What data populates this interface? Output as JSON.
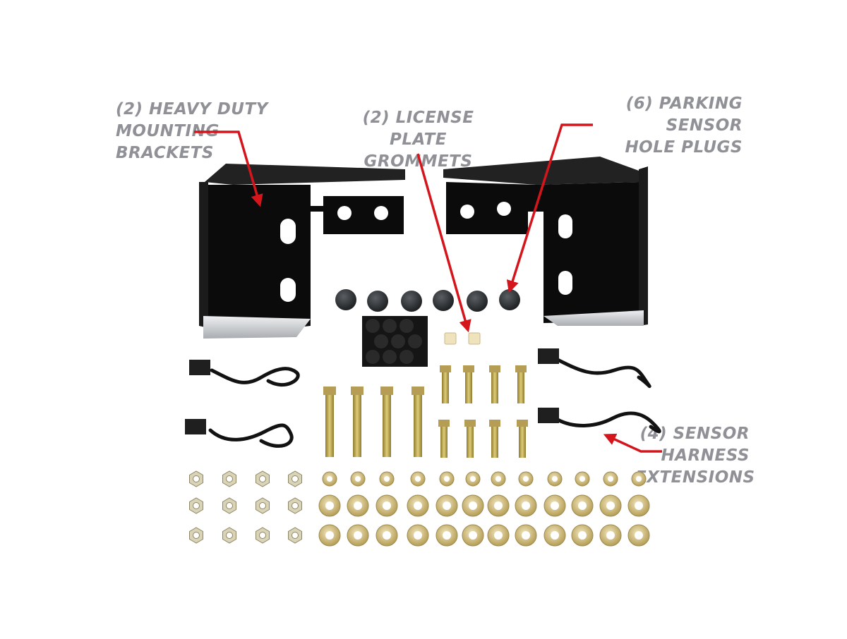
{
  "labels": {
    "brackets": [
      "(2) HEAVY DUTY",
      "MOUNTING",
      "BRACKETS"
    ],
    "grommets": [
      "(2) LICENSE PLATE",
      "GROMMETS"
    ],
    "plugs": [
      "(6) PARKING SENSOR",
      "HOLE PLUGS"
    ],
    "harness": [
      "(4) SENSOR",
      "HARNESS",
      "EXTENSIONS"
    ]
  },
  "colors": {
    "label": "#8f9196",
    "arrow": "#d4161c",
    "bracket": "#0b0b0b",
    "steel": "#c9cbce",
    "zinc": "#c8b15a"
  },
  "parts": {
    "brackets": 2,
    "hole_plugs": 6,
    "grommets": 2,
    "harness_extensions": 4,
    "long_bolts": 4,
    "short_bolts": 8
  }
}
